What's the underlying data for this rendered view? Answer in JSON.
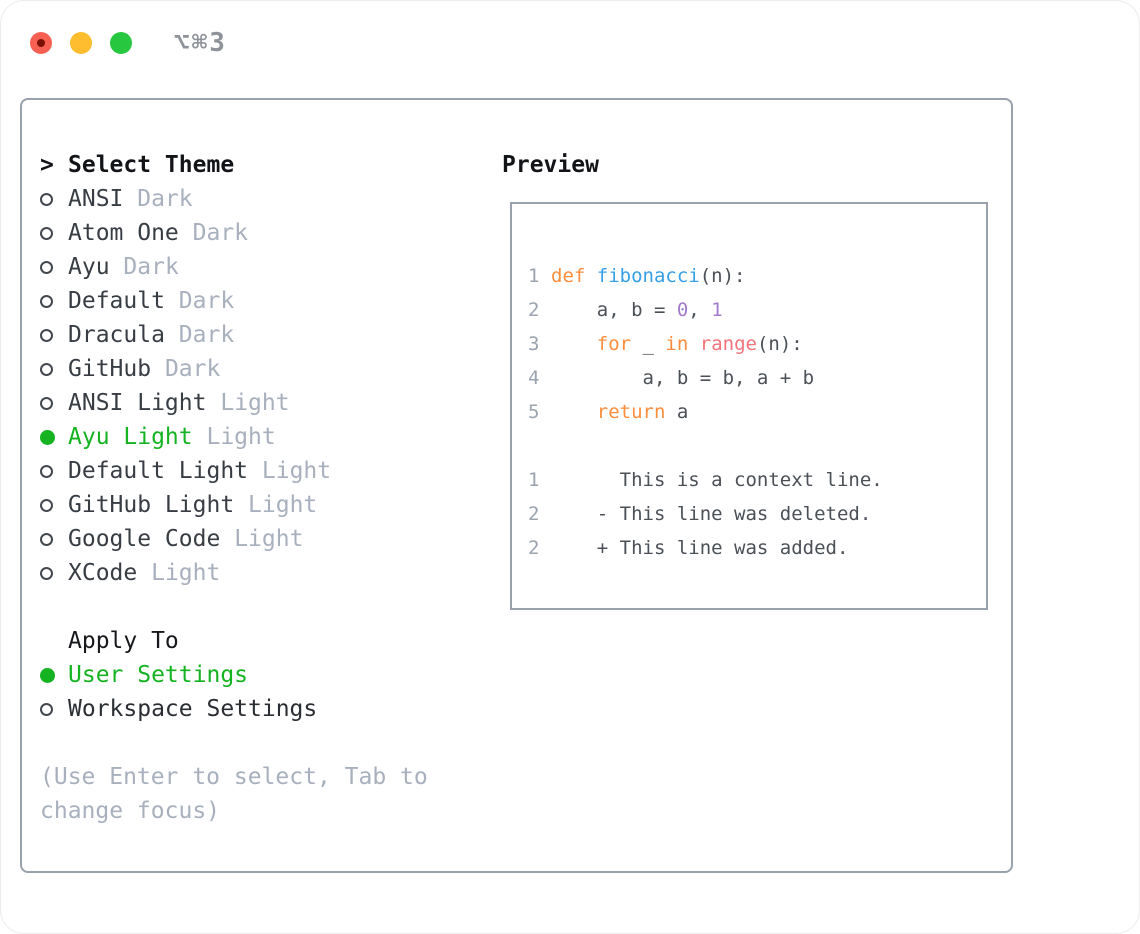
{
  "window": {
    "title": "⌥⌘3"
  },
  "theme_list": {
    "prompt": ">",
    "header": "Select Theme",
    "items": [
      {
        "name": "ANSI",
        "variant": "Dark",
        "selected": false
      },
      {
        "name": "Atom One",
        "variant": "Dark",
        "selected": false
      },
      {
        "name": "Ayu",
        "variant": "Dark",
        "selected": false
      },
      {
        "name": "Default",
        "variant": "Dark",
        "selected": false
      },
      {
        "name": "Dracula",
        "variant": "Dark",
        "selected": false
      },
      {
        "name": "GitHub",
        "variant": "Dark",
        "selected": false
      },
      {
        "name": "ANSI Light",
        "variant": "Light",
        "selected": false
      },
      {
        "name": "Ayu Light",
        "variant": "Light",
        "selected": true
      },
      {
        "name": "Default Light",
        "variant": "Light",
        "selected": false
      },
      {
        "name": "GitHub Light",
        "variant": "Light",
        "selected": false
      },
      {
        "name": "Google Code",
        "variant": "Light",
        "selected": false
      },
      {
        "name": "XCode",
        "variant": "Light",
        "selected": false
      }
    ]
  },
  "apply_to": {
    "header": "Apply To",
    "options": [
      {
        "label": "User Settings",
        "selected": true
      },
      {
        "label": "Workspace Settings",
        "selected": false
      }
    ]
  },
  "help_text": "(Use Enter to select, Tab to change focus)",
  "preview": {
    "title": "Preview",
    "code_lines": [
      {
        "num": "1",
        "tokens": [
          [
            "def",
            "kw"
          ],
          [
            " ",
            "fg"
          ],
          [
            "fibonacci",
            "fn"
          ],
          [
            "(n):",
            "fg"
          ]
        ]
      },
      {
        "num": "2",
        "tokens": [
          [
            "    a, b = ",
            "fg"
          ],
          [
            "0",
            "num"
          ],
          [
            ", ",
            "fg"
          ],
          [
            "1",
            "num"
          ]
        ]
      },
      {
        "num": "3",
        "tokens": [
          [
            "    ",
            "fg"
          ],
          [
            "for",
            "kw"
          ],
          [
            " _ ",
            "fg"
          ],
          [
            "in",
            "kw"
          ],
          [
            " ",
            "fg"
          ],
          [
            "range",
            "special"
          ],
          [
            "(n):",
            "fg"
          ]
        ]
      },
      {
        "num": "4",
        "tokens": [
          [
            "        a, b = b, a + b",
            "fg"
          ]
        ]
      },
      {
        "num": "5",
        "tokens": [
          [
            "    ",
            "fg"
          ],
          [
            "return",
            "kw"
          ],
          [
            " a",
            "fg"
          ]
        ]
      }
    ],
    "diff_lines": [
      {
        "num": "1",
        "text": "      This is a context line.",
        "kind": "context"
      },
      {
        "num": "2",
        "text": "    - This line was deleted.",
        "kind": "deleted"
      },
      {
        "num": "2",
        "text": "    + This line was added.",
        "kind": "added"
      }
    ]
  },
  "colors": {
    "accent_green": "#15B322",
    "added_green": "#22C41E",
    "deleted_red": "#C4392B",
    "context_gray": "#85898F",
    "muted_gray": "#A8B0BD",
    "keyword_orange": "#FB8D3D",
    "function_blue": "#369FE8",
    "number_purple": "#A37ACC",
    "builtin_coral": "#F4737B",
    "border_gray": "#99A1AC"
  }
}
